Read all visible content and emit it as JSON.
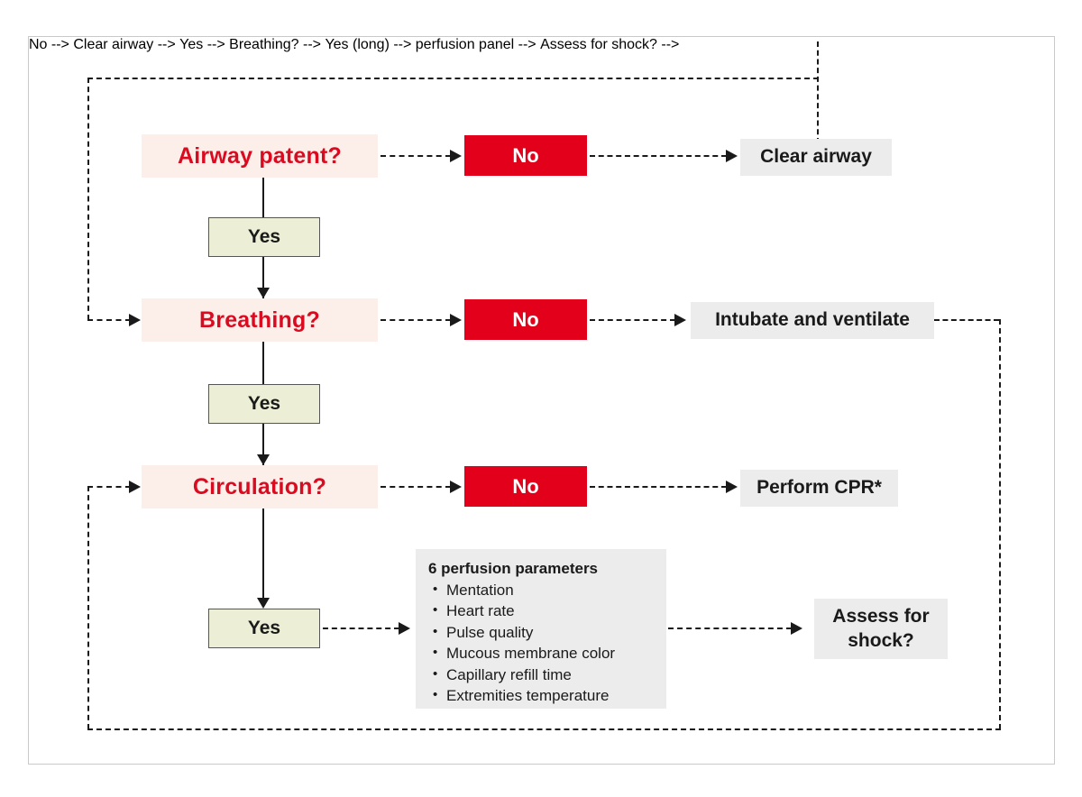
{
  "diagram": {
    "title": "ABC primary survey flowchart",
    "colors": {
      "question_bg": "#fceee9",
      "question_text": "#da0b20",
      "no_bg": "#e2001a",
      "no_text": "#ffffff",
      "yes_bg": "#ecefd5",
      "action_bg": "#ececec",
      "line": "#1a1a1a",
      "frame_border": "#c9c9c9"
    },
    "nodes": {
      "airway_question": "Airway patent?",
      "airway_no": "No",
      "airway_action": "Clear airway",
      "airway_yes": "Yes",
      "breathing_question": "Breathing?",
      "breathing_no": "No",
      "breathing_action": "Intubate and ventilate",
      "breathing_yes": "Yes",
      "circulation_question": "Circulation?",
      "circulation_no": "No",
      "circulation_action": "Perform CPR*",
      "circulation_yes": "Yes",
      "assess_shock_line1": "Assess for",
      "assess_shock_line2": "shock?"
    },
    "perfusion_panel": {
      "title": "6 perfusion parameters",
      "items": [
        "Mentation",
        "Heart rate",
        "Pulse quality",
        "Mucous membrane color",
        "Capillary refill time",
        "Extremities temperature"
      ]
    }
  }
}
